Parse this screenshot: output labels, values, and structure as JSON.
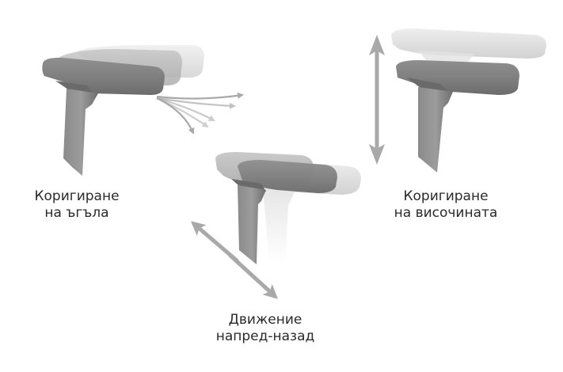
{
  "diagram": {
    "subject": "armrest-adjustments",
    "colors": {
      "background": "#ffffff",
      "arrow": "#a9a9a9",
      "armrest_dark": "#7a7a7a",
      "armrest_mid": "#9a9a9a",
      "armrest_light": "#d8d8d8",
      "text": "#2a2a2a"
    },
    "panels": [
      {
        "id": "angle",
        "label_lines": [
          "Коригиране",
          "на ъгъла"
        ],
        "icon": "curved-arrows-icon"
      },
      {
        "id": "forward-back",
        "label_lines": [
          "Движение",
          "напред-назад"
        ],
        "icon": "diagonal-double-arrow-icon"
      },
      {
        "id": "height",
        "label_lines": [
          "Коригиране",
          "на височината"
        ],
        "icon": "vertical-double-arrow-icon"
      }
    ]
  }
}
